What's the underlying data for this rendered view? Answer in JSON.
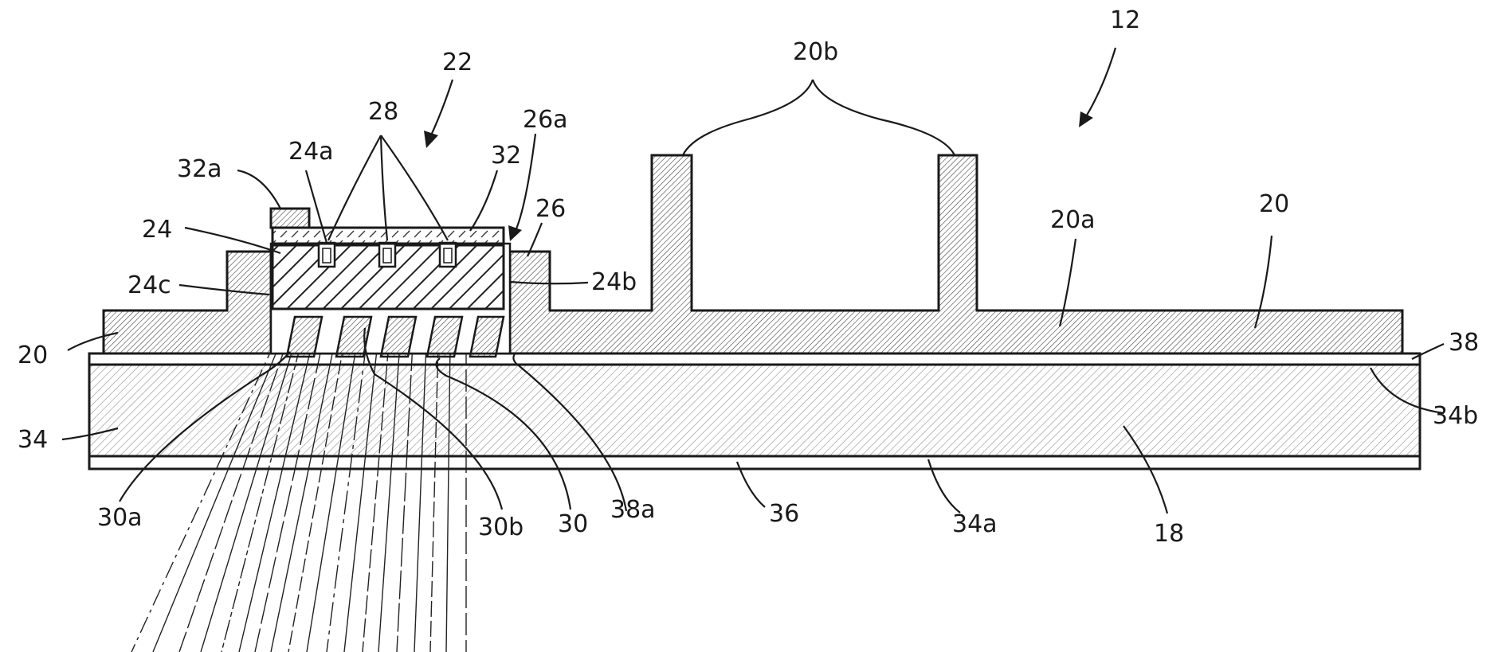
{
  "figure": {
    "reference_numerals": {
      "n12": "12",
      "n18": "18",
      "n20_left": "20",
      "n20_right": "20",
      "n20a": "20a",
      "n20b": "20b",
      "n22": "22",
      "n24": "24",
      "n24a": "24a",
      "n24b": "24b",
      "n24c": "24c",
      "n26": "26",
      "n26a": "26a",
      "n28": "28",
      "n30": "30",
      "n30a": "30a",
      "n30b": "30b",
      "n32": "32",
      "n32a": "32a",
      "n34": "34",
      "n34a": "34a",
      "n34b": "34b",
      "n36": "36",
      "n38": "38",
      "n38a": "38a"
    },
    "colors": {
      "ink": "#1a1a1a",
      "background": "#ffffff"
    }
  }
}
